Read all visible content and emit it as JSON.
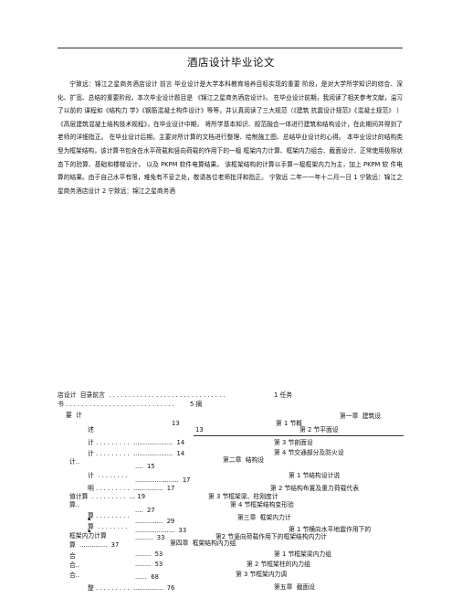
{
  "document": {
    "title": "酒店设计毕业论文",
    "abstract": "宁致远：锦江之星商务酒店设计  前言  毕业设计是大学本科教育培养目标实现的重要  阶段，是对大学所学知识的综合、深化、扩宽、总结的重要阶段。本次毕业设计题目是  《锦江之星商务酒店设计》。  在毕业设计前期，我阅读了相关参考文献，温习了以前的  课程如《结构力  学》《钢筋混凝土构件设计》等等，并认真阅读了三大规范（《建筑  抗震设计规范》《混凝土规范》  ）  《高层建筑混凝土结构技术规程》，在毕业设计中期，   将所学基本知识、规范融合一体进行建筑和结构设计，在此期间并得到了老师的详细指正。  在毕业设计后期，主要对所计算的文档进行整理、绘制施工图、总结毕业设计的心得。  本毕业设计的结构类型为框架结构，该计算书包含在水平荷载和竖向荷载的作用下的一榀  框架内力计算、框架内力组合、截面设计、正常使用极限状态下的验算、基础和楼梯设计，   以及  PKPM 软件电算结果。  该框架结构的计算以手算一榀框架内力为主，加上 PKPM 软  件电算的结果。由于自己水平有限，难免有不妥之处，敬请各位老师批评和指正。  宁致远  二年一一年十二月一日  1 宁致远：锦江之星商务酒店设计  2 宁致远：锦江之星商务酒"
  },
  "toc": [
    "店设计  目录前言  . . . . . . . . . . . . . . . . . . . . . . . . . . . . . .",
    "1 任务",
    "书 . . . . . . . . . . . . . . . . . . . . . . . . . . . .",
    "5 摘",
    "要  计",
    "第一章  建筑设",
    "13",
    "第 1 节概",
    "述",
    "13",
    "第 2 节平面设",
    "计 . . . . . . . . .  ....................  14",
    "第 3 节剖面设",
    "计 . . . . . . . . .  ....................  14",
    "第 4 节交通部分及防火设",
    "第二章  结构设",
    "计..",
    "....  15",
    "计  . . . . . . . .",
    "第 1 节结构设计说",
    "......................  17",
    "明 . . . . . . . . .  ...............  17",
    "第 2 节结构布置及重力荷载代表",
    "值计算  . . . . . . . . .  ... 19",
    "第 3 节框架梁、柱刚度计",
    "算..",
    "第 4 节框架结构变形验",
    "....  27",
    "算 . . . . . . . . .",
    "▪",
    "..............  29",
    "第三章  框架内力计",
    "算  . . . . . . . .",
    "▪",
    "....................  33",
    "第 1 节横向水平地震作用下的",
    "框架内力计算",
    ".........  33",
    "第2 节竖向荷载作用下的框架结构内力计",
    "算  ..............  37",
    "第四章  框架结构内力组",
    "合",
    "........  53",
    "第 1 节框架梁内力组",
    "合..",
    "........  53",
    "第 2 节框架柱的内力组",
    "合..",
    "......  68",
    "第 3 节框架内力调",
    "整 . . . . . . . . .  ...............  76",
    "第五章  截面设"
  ]
}
